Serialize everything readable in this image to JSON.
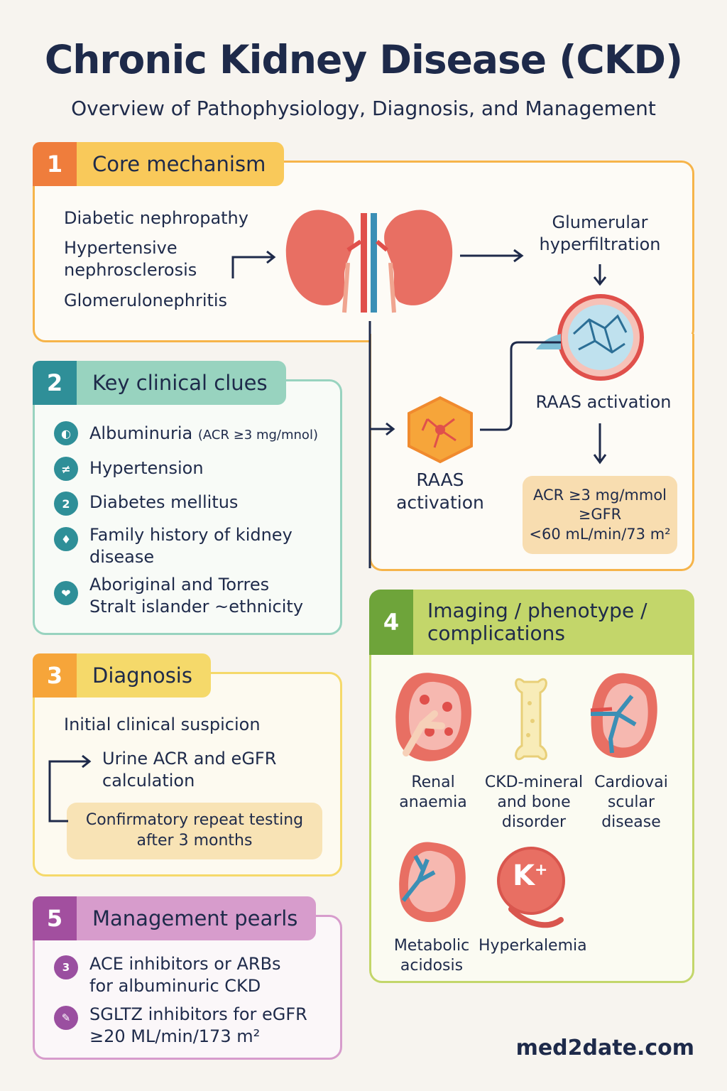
{
  "header": {
    "title": "Chronic Kidney Disease (CKD)",
    "subtitle": "Overview of Pathophysiology, Diagnosis, and Management"
  },
  "section1": {
    "number": "1",
    "title": "Core mechanism",
    "causes": [
      "Diabetic nephropathy",
      "Hypertensive\nnephrosclerosis",
      "Glomerulonephritis"
    ],
    "hyperfiltration": "Glumerular\nhyperfiltration",
    "raas_right": "RAAS activation",
    "raas_center": "RAAS\nactivation",
    "threshold": "ACR ≥3 mg/mmol\n≥GFR\n<60 mL/min/73 m²"
  },
  "section2": {
    "number": "2",
    "title": "Key clinical clues",
    "albuminuria_label": "Albuminuria",
    "albuminuria_note": "(ACR ≥3 mg/mnol)",
    "items": [
      "Hypertension",
      "Diabetes mellitus",
      "Family history of kidney\ndisease",
      "Aboriginal and Torres\nStralt islander ~ethnicity"
    ],
    "icon_glyphs": [
      "◐",
      "≠",
      "2",
      "♦",
      "❤"
    ]
  },
  "section3": {
    "number": "3",
    "title": "Diagnosis",
    "step1": "Initial clinical suspicion",
    "step2": "Urine ACR and eGFR\ncalculation",
    "step3": "Confirmatory repeat testing\nafter 3 months"
  },
  "section4": {
    "number": "4",
    "title": "Imaging / phenotype /\ncomplications",
    "items": [
      "Renal\nanaemia",
      "CKD-mineral\nand bone\ndisorder",
      "Cardiovai\nscular\ndisease",
      "Metabolic\nacidosis",
      "Hyperkalemia"
    ],
    "potassium_symbol": "K",
    "potassium_charge": "+"
  },
  "section5": {
    "number": "5",
    "title": "Management pearls",
    "items": [
      "ACE inhibitors or ARBs\nfor albuminuric CKD",
      "SGLTZ inhibitors for eGFR\n≥20 ML/min/173 m²"
    ],
    "icon_glyphs": [
      "3",
      "✎"
    ]
  },
  "footer": {
    "brand": "med2date.com"
  },
  "colors": {
    "orange": "#ef7d3c",
    "yellow": "#f9c95a",
    "teal": "#2f8f98",
    "mint": "#98d3bf",
    "amber": "#f6a53a",
    "gold": "#f5d96a",
    "olive": "#6ea43a",
    "lime": "#c3d66a",
    "plum": "#a24f9f",
    "lilac": "#d79ccc",
    "navy": "#1e2a4a"
  }
}
